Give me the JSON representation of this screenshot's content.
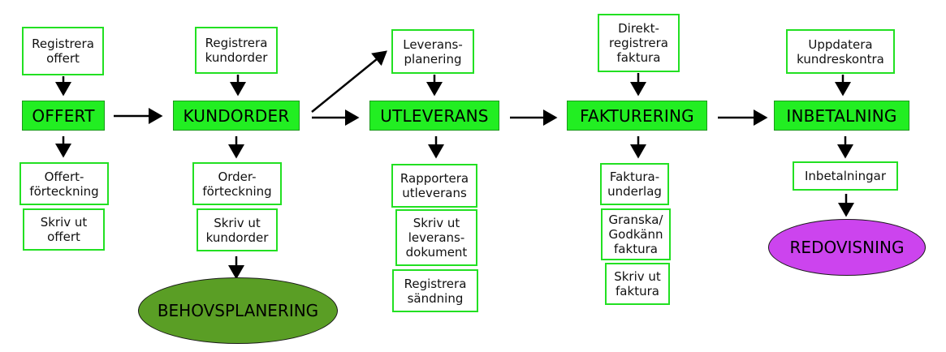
{
  "colors": {
    "main_fill": "#22ee22",
    "box_border": "#22e022",
    "behovsplanering_fill": "#5a9e25",
    "redovisning_fill": "#cc44ee",
    "arrow": "#000000"
  },
  "main": {
    "offert": "OFFERT",
    "kundorder": "KUNDORDER",
    "utleverans": "UTLEVERANS",
    "fakturering": "FAKTURERING",
    "inbetalning": "INBETALNING"
  },
  "top": {
    "registrera_offert": "Registrera\noffert",
    "registrera_kundorder": "Registrera\nkundorder",
    "leveransplanering": "Leverans-\nplanering",
    "direktregistrera_faktura": "Direkt-\nregistrera\nfaktura",
    "uppdatera_kundreskontra": "Uppdatera\nkundreskontra"
  },
  "bottom": {
    "offertforteckning": "Offert-\nförteckning",
    "skriv_ut_offert": "Skriv ut\noffert",
    "orderforteckning": "Order-\nförteckning",
    "skriv_ut_kundorder": "Skriv ut\nkundorder",
    "rapportera_utleverans": "Rapportera\nutleverans",
    "skriv_ut_leveransdokument": "Skriv ut\nleverans-\ndokument",
    "registrera_sandning": "Registrera\nsändning",
    "fakturaunderlag": "Faktura-\nunderlag",
    "granska_godkann_faktura": "Granska/\nGodkänn\nfaktura",
    "skriv_ut_faktura": "Skriv ut\nfaktura",
    "inbetalningar": "Inbetalningar"
  },
  "terminals": {
    "behovsplanering": "BEHOVSPLANERING",
    "redovisning": "REDOVISNING"
  }
}
